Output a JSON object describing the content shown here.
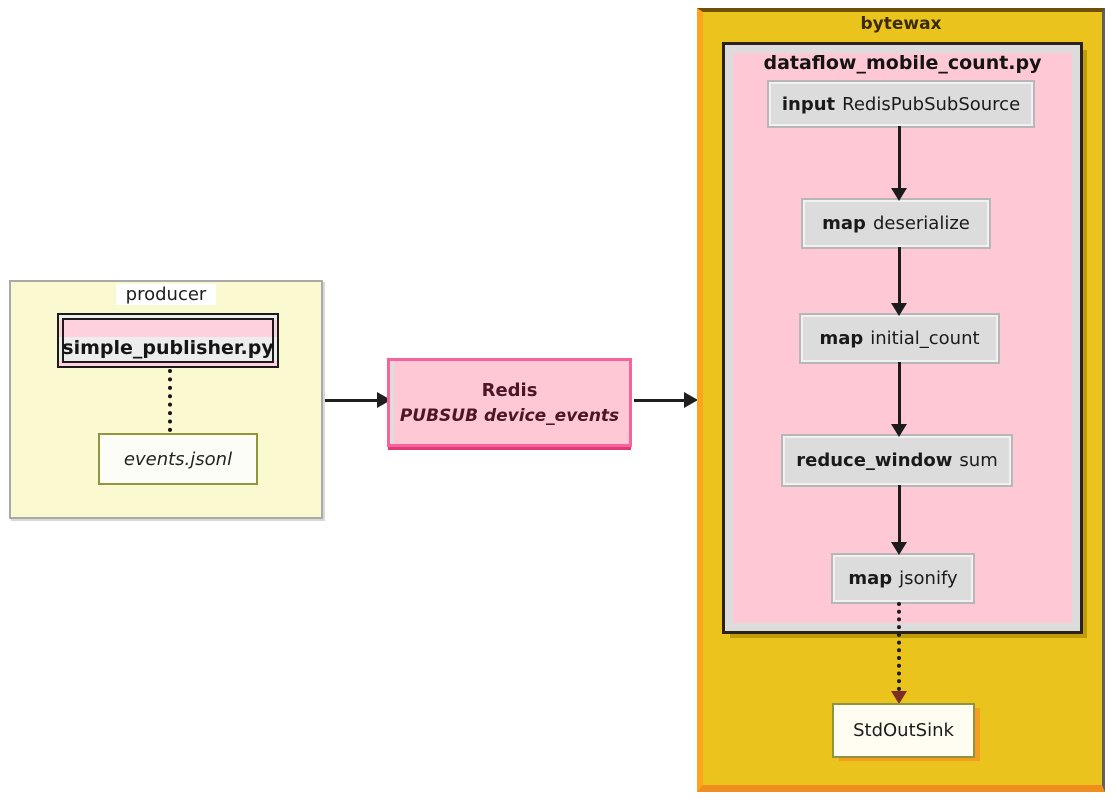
{
  "producer": {
    "title": "producer",
    "publisher_label": "simple_publisher.py",
    "events_label": "events.jsonl"
  },
  "redis": {
    "title": "Redis",
    "subtitle": "PUBSUB device_events"
  },
  "bytewax": {
    "title": "bytewax",
    "dataflow_title": "dataflow_mobile_count.py",
    "nodes": [
      {
        "op": "input",
        "arg": "RedisPubSubSource"
      },
      {
        "op": "map",
        "arg": "deserialize"
      },
      {
        "op": "map",
        "arg": "initial_count"
      },
      {
        "op": "reduce_window",
        "arg": "sum"
      },
      {
        "op": "map",
        "arg": "jsonify"
      }
    ],
    "sink_label": "StdOutSink"
  },
  "colors": {
    "producer_fill": "#fbf9cf",
    "producer_border": "#a9a9a9",
    "publisher_fill_top": "#ffd0dd",
    "publisher_fill_bottom": "#ededed",
    "redis_fill": "#ffc8d5",
    "redis_border": "#f7639a",
    "redis_text": "#4d1526",
    "bytewax_fill": "#eac41d",
    "bytewax_border": "#ffa41c",
    "dataflow_fill": "#ffc8d5",
    "dataflow_border": "#2d2217",
    "node_fill": "#dcdcdc",
    "sink_fill": "#fffdf2",
    "sink_shadow": "#f59d1e",
    "arrow": "#1c1c1c",
    "dotted_arrowhead": "#7b2d26"
  }
}
